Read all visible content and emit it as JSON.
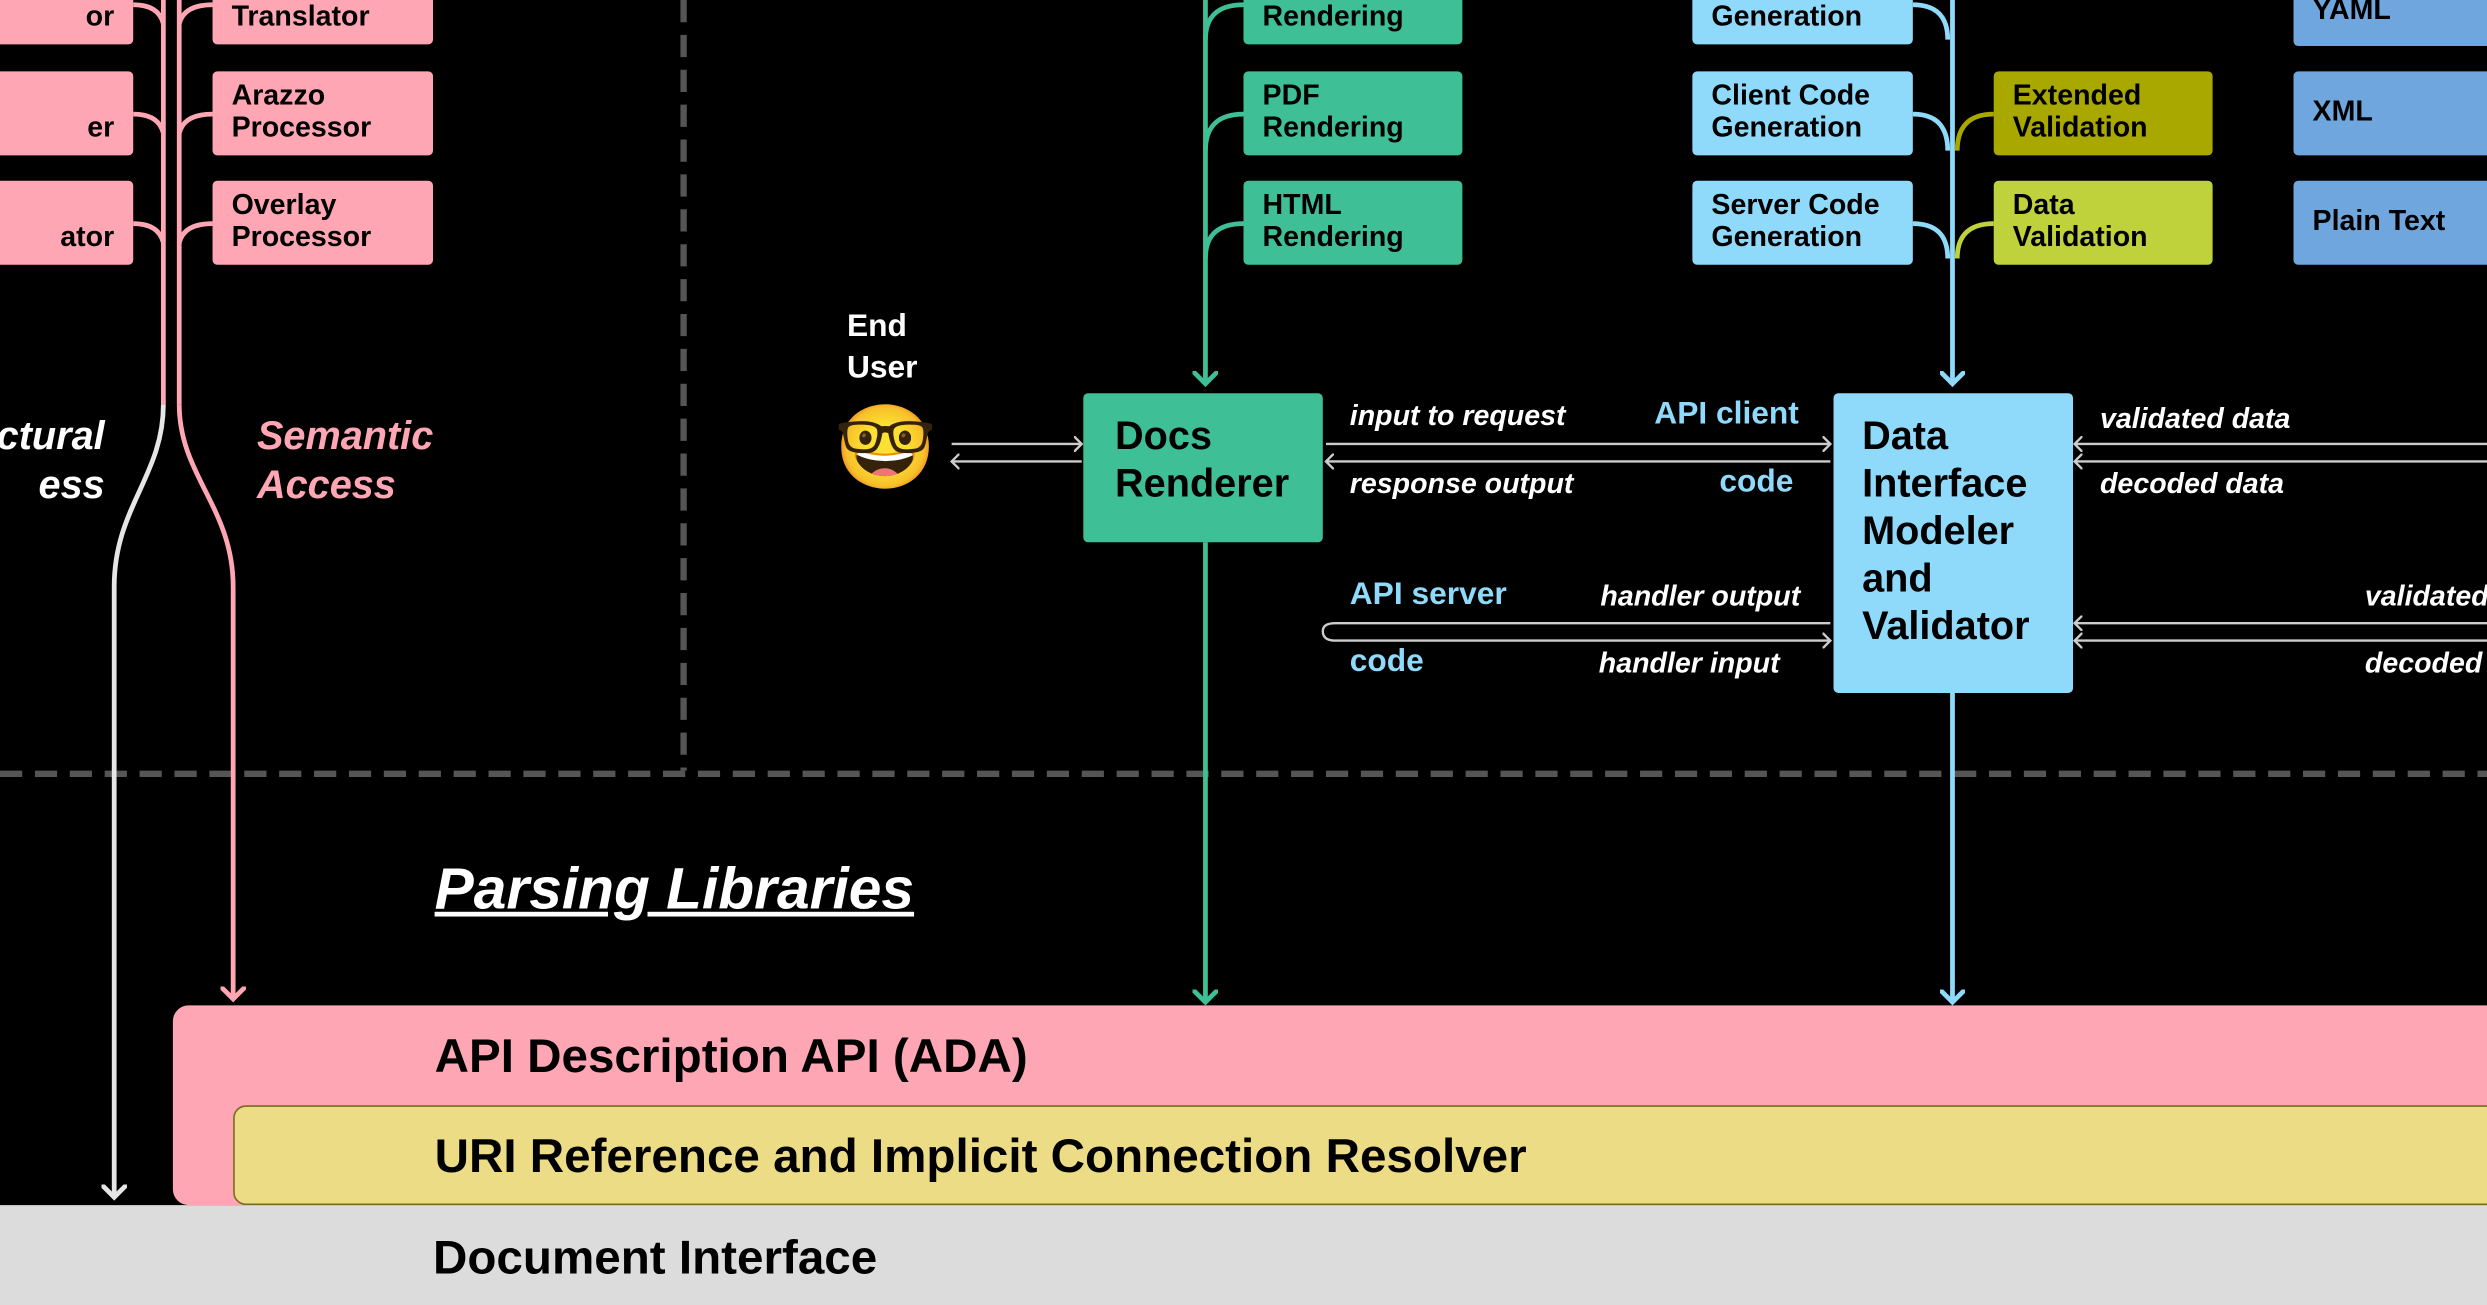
{
  "processors": [
    {
      "id": "translator",
      "label": "Translator"
    },
    {
      "id": "arazzo",
      "label": "Arazzo\nProcessor"
    },
    {
      "id": "overlay",
      "label": "Overlay\nProcessor"
    }
  ],
  "left_partial": [
    "or",
    "er",
    "ator"
  ],
  "access": {
    "structural": "ctural\ness",
    "semantic": "Semantic\nAccess"
  },
  "renderers": [
    {
      "id": "rendering-top",
      "label": "Rendering"
    },
    {
      "id": "pdf",
      "label": "PDF\nRendering"
    },
    {
      "id": "html",
      "label": "HTML\nRendering"
    }
  ],
  "codegen": [
    {
      "id": "generation-top",
      "label": "Generation"
    },
    {
      "id": "client",
      "label": "Client Code\nGeneration"
    },
    {
      "id": "server",
      "label": "Server Code\nGeneration"
    }
  ],
  "validation": [
    {
      "id": "extended",
      "label": "Extended\nValidation"
    },
    {
      "id": "data",
      "label": "Data\nValidation"
    }
  ],
  "formats": [
    {
      "id": "yaml",
      "label": "YAML"
    },
    {
      "id": "xml",
      "label": "XML"
    },
    {
      "id": "plain",
      "label": "Plain Text"
    }
  ],
  "end_user": {
    "label": "End\nUser",
    "emoji": "🤓"
  },
  "docs_renderer": "Docs\nRenderer",
  "data_modeler": "Data\nInterface\nModeler\nand\nValidator",
  "flow_labels": {
    "input_to_request": "input to request",
    "response_output": "response output",
    "api_client": "API client",
    "code_client": "code",
    "api_server": "API server",
    "code_server": "code",
    "handler_output": "handler output",
    "handler_input": "handler input",
    "validated_data": "validated data",
    "decoded_data": "decoded data",
    "validated_partial": "validated",
    "decoded_partial": "decoded"
  },
  "section_title": "Parsing Libraries",
  "layers": {
    "ada": "API Description API (ADA)",
    "uri": "URI Reference and Implicit Connection Resolver",
    "doc": "Document Interface"
  },
  "colors": {
    "pink": "#ffa6b4",
    "teal": "#3fbf96",
    "sky": "#8fd9fb",
    "olive": "#a8a800",
    "lime": "#bfd13b",
    "blue": "#6fa6de",
    "yellow": "#eddc86",
    "gray": "#dcdcdc"
  }
}
